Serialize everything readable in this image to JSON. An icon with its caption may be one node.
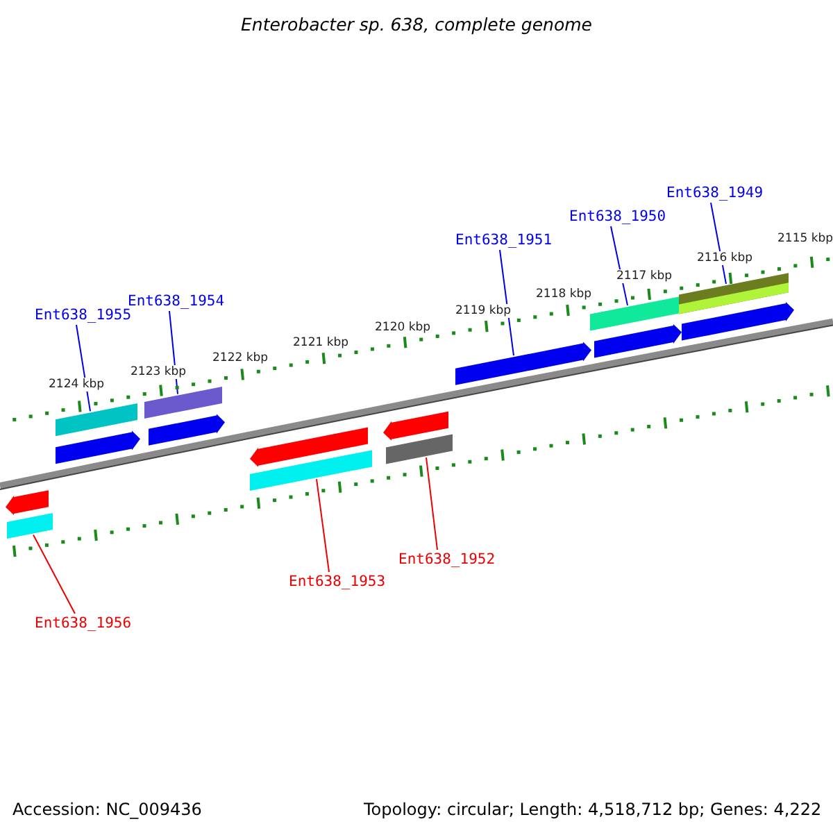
{
  "diagram": {
    "title": "Enterobacter sp. 638, complete genome",
    "nodes": [
      {
        "text": [
          "Ent638_1949"
        ]
      },
      {
        "text": [
          "Ent638_1950"
        ]
      },
      {
        "text": [
          "Ent638_1951"
        ]
      },
      {
        "text": [
          "Ent638_1954"
        ]
      },
      {
        "text": [
          "Ent638_1955"
        ]
      },
      {
        "text": [
          "Ent638_1952"
        ]
      },
      {
        "text": [
          "Ent638_1953"
        ]
      },
      {
        "text": [
          "Ent638_1956"
        ]
      },
      {
        "text": [],
        "shape": "pentagon"
      },
      {
        "text": [],
        "shape": "bar"
      },
      {
        "text": [],
        "shape": "bar"
      },
      {
        "text": [],
        "shape": "pentagon"
      },
      {
        "text": [],
        "shape": "bar"
      },
      {
        "text": [],
        "shape": "pentagon"
      },
      {
        "text": [],
        "shape": "pentagon"
      },
      {
        "text": [],
        "shape": "bar"
      },
      {
        "text": [],
        "shape": "pentagon"
      },
      {
        "text": [],
        "shape": "bar"
      },
      {
        "text": [],
        "shape": "pentagon"
      },
      {
        "text": [],
        "shape": "bar"
      },
      {
        "text": [],
        "shape": "pentagon"
      },
      {
        "text": [],
        "shape": "bar"
      },
      {
        "text": [],
        "shape": "pentagon"
      }
    ],
    "edges": [
      {
        "from": 0,
        "to": 21,
        "arrow": "none"
      },
      {
        "from": 1,
        "to": 19,
        "arrow": "none"
      },
      {
        "from": 2,
        "to": 18,
        "arrow": "none"
      },
      {
        "from": 3,
        "to": 12,
        "arrow": "none"
      },
      {
        "from": 4,
        "to": 10,
        "arrow": "none"
      },
      {
        "from": 5,
        "to": 17,
        "arrow": "none",
        "color": "#ee0000"
      },
      {
        "from": 6,
        "to": 15,
        "arrow": "none",
        "color": "#ee0000"
      },
      {
        "from": 7,
        "to": 9,
        "arrow": "none",
        "color": "#ee0000"
      }
    ],
    "labels": [
      "2115 kbp",
      "2116 kbp",
      "2117 kbp",
      "2118 kbp",
      "2119 kbp",
      "2120 kbp",
      "2121 kbp",
      "2122 kbp",
      "2123 kbp",
      "2124 kbp",
      "Accession: NC_009436",
      "Topology: circular; Length: 4,518,712 bp; Genes: 4,222"
    ]
  }
}
